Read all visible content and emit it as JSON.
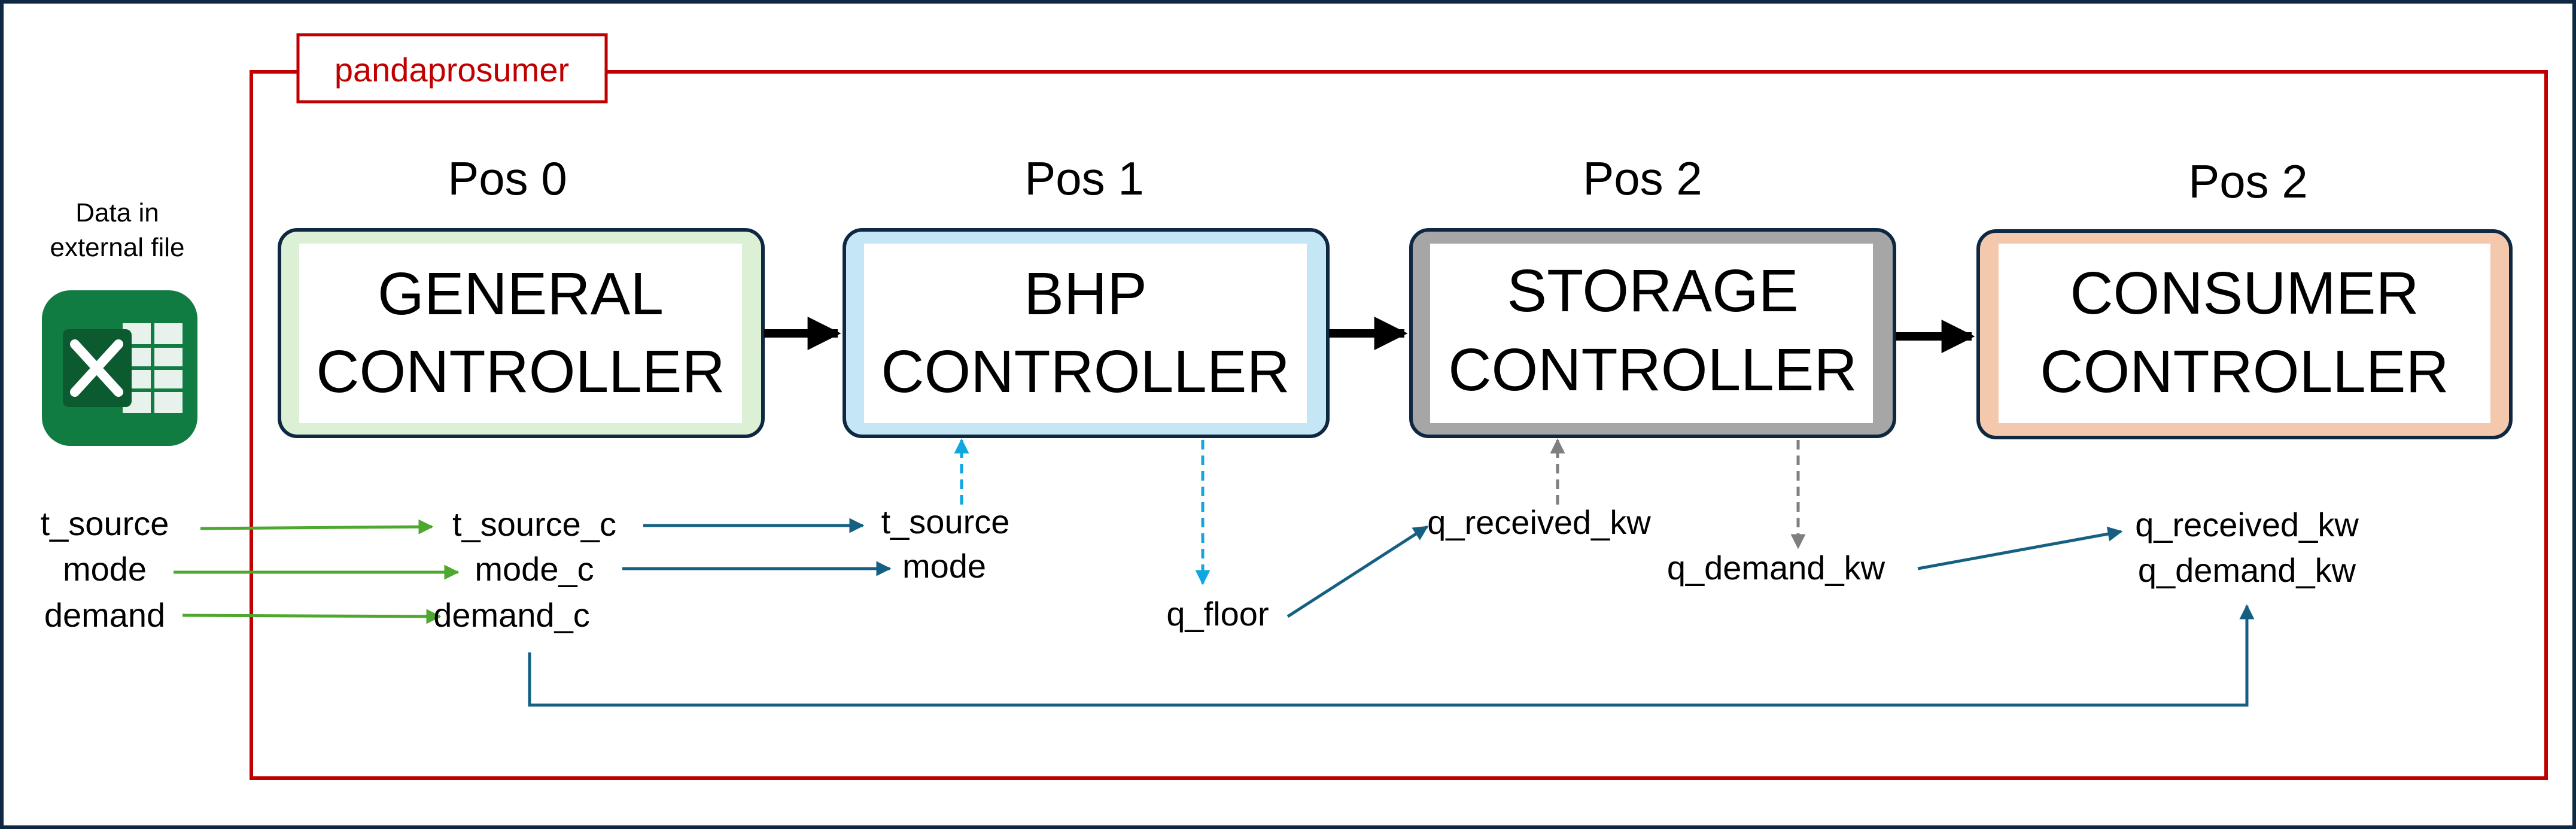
{
  "frame": {
    "title": "pandaprosumer"
  },
  "external": {
    "label_line1": "Data in",
    "label_line2": "external file",
    "icon": "excel-icon"
  },
  "controllers": [
    {
      "position": "Pos 0",
      "line1": "GENERAL",
      "line2": "CONTROLLER",
      "fill": "#dcf0d6"
    },
    {
      "position": "Pos 1",
      "line1": "BHP",
      "line2": "CONTROLLER",
      "fill": "#c5e6f5"
    },
    {
      "position": "Pos 2",
      "line1": "STORAGE",
      "line2": "CONTROLLER",
      "fill": "#a6a6a6"
    },
    {
      "position": "Pos 2",
      "line1": "CONSUMER",
      "line2": "CONTROLLER",
      "fill": "#f4c8ac"
    }
  ],
  "inputs": [
    "t_source",
    "mode",
    "demand"
  ],
  "general_outputs": [
    "t_source_c",
    "mode_c",
    "demand_c"
  ],
  "bhp_inputs": [
    "t_source",
    "mode"
  ],
  "bhp_output": "q_floor",
  "storage_input": "q_received_kw",
  "storage_output": "q_demand_kw",
  "consumer_inputs": [
    "q_received_kw",
    "q_demand_kw"
  ],
  "colors": {
    "frame": "#c00000",
    "border": "#0e2841",
    "green_arrow": "#4ea72e",
    "blue_arrow": "#156082",
    "cyan_arrow": "#0fa7e0",
    "grey_arrow": "#7f7f7f",
    "excel": "#107c41"
  }
}
